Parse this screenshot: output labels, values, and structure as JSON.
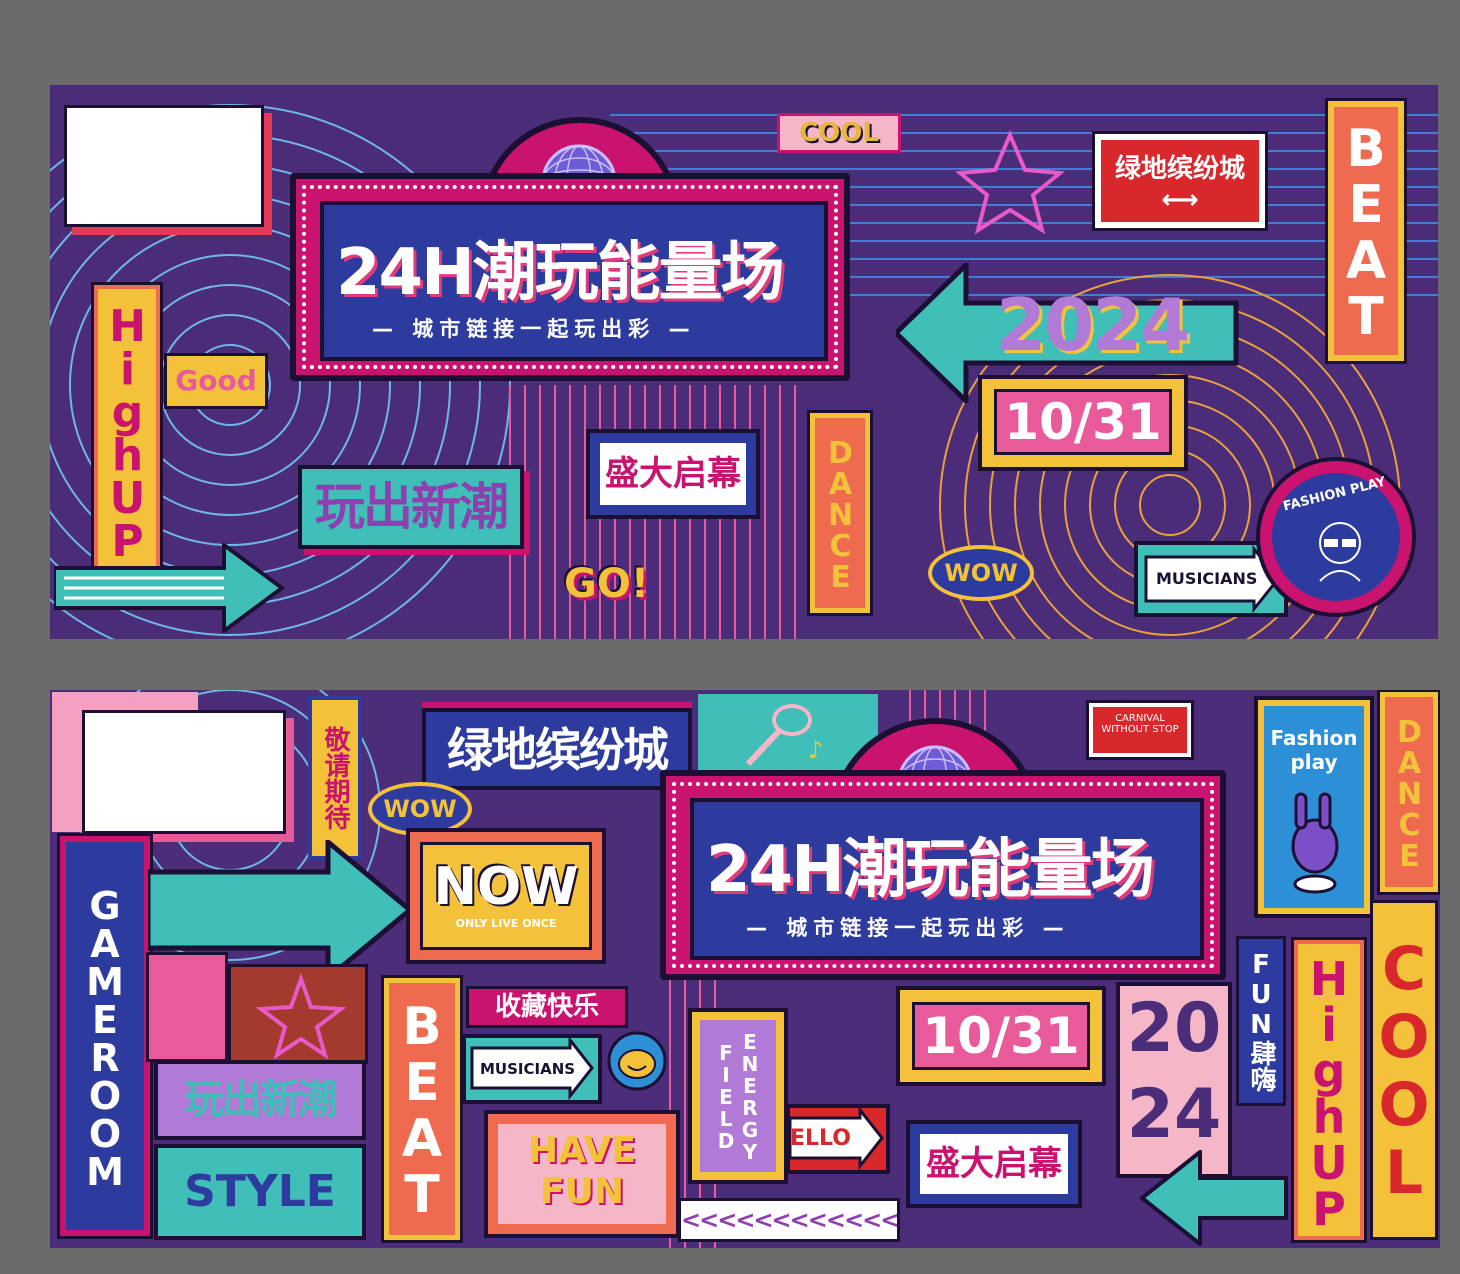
{
  "colors": {
    "canvas": "#6b6b6b",
    "panel_bg": "#4a2c78",
    "magenta": "#c9136f",
    "blue": "#2d3b9e",
    "teal": "#3fbfb8",
    "yellow": "#f3c23a",
    "coral": "#ef6b4f",
    "pink": "#e85a9a"
  },
  "icons": [
    "disco-ball-icon",
    "star-icon",
    "arrow-icon",
    "microphone-icon",
    "music-note-icon",
    "rabbit-icon",
    "smiley-icon"
  ],
  "top": {
    "title": "24H潮玩能量场",
    "subtitle": "— 城市链接一起玩出彩 —",
    "cool": "COOL",
    "brand": "绿地缤纷城",
    "brand_arrow": "⟷",
    "beat": "BEAT",
    "year": "2024",
    "date": "10/31",
    "good": "Good",
    "highup": "HighUP",
    "play": "玩出新潮",
    "opening": "盛大启幕",
    "dance": "DANCE",
    "wow": "WOW",
    "go": "GO!",
    "musicians": "MUSICIANS",
    "fashion": "FASHION PLAY"
  },
  "bottom": {
    "title": "24H潮玩能量场",
    "subtitle": "— 城市链接一起玩出彩 —",
    "invite": "敬请期待",
    "brand": "绿地缤纷城",
    "carnival_1": "CARNIVAL",
    "carnival_2": "WITHOUT STOP",
    "fashion_1": "Fashion",
    "fashion_2": "play",
    "dance": "DANCE",
    "wow": "WOW",
    "now": "NOW",
    "now_sub": "ONLY LIVE ONCE",
    "game_room": "GAMEROOM",
    "collect": "收藏快乐",
    "musicians": "MUSICIANS",
    "play": "玩出新潮",
    "style": "STYLE",
    "beat": "BEAT",
    "have": "HAVE",
    "fun": "FUN",
    "field": "FIELD",
    "energy": "ENERGY",
    "hello": "ELLO",
    "date": "10/31",
    "year_1": "20",
    "year_2": "24",
    "fun_cn": "FUN肆嗨",
    "highup": "HighUP",
    "cool": "COOL",
    "opening": "盛大启幕",
    "chevrons": "<<<<<<<<<<<<"
  }
}
